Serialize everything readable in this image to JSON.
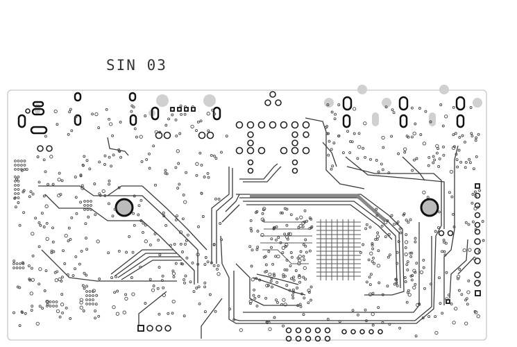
{
  "board": {
    "label": "SIN 03",
    "colors": {
      "background": "#ffffff",
      "outline": "#b9b9b9",
      "trace": "#3a3a3a",
      "pad": "#111111",
      "via": "#444444",
      "keepout": "#d0d0d0"
    },
    "mounting_holes": 2,
    "tooling_holes": 8
  }
}
